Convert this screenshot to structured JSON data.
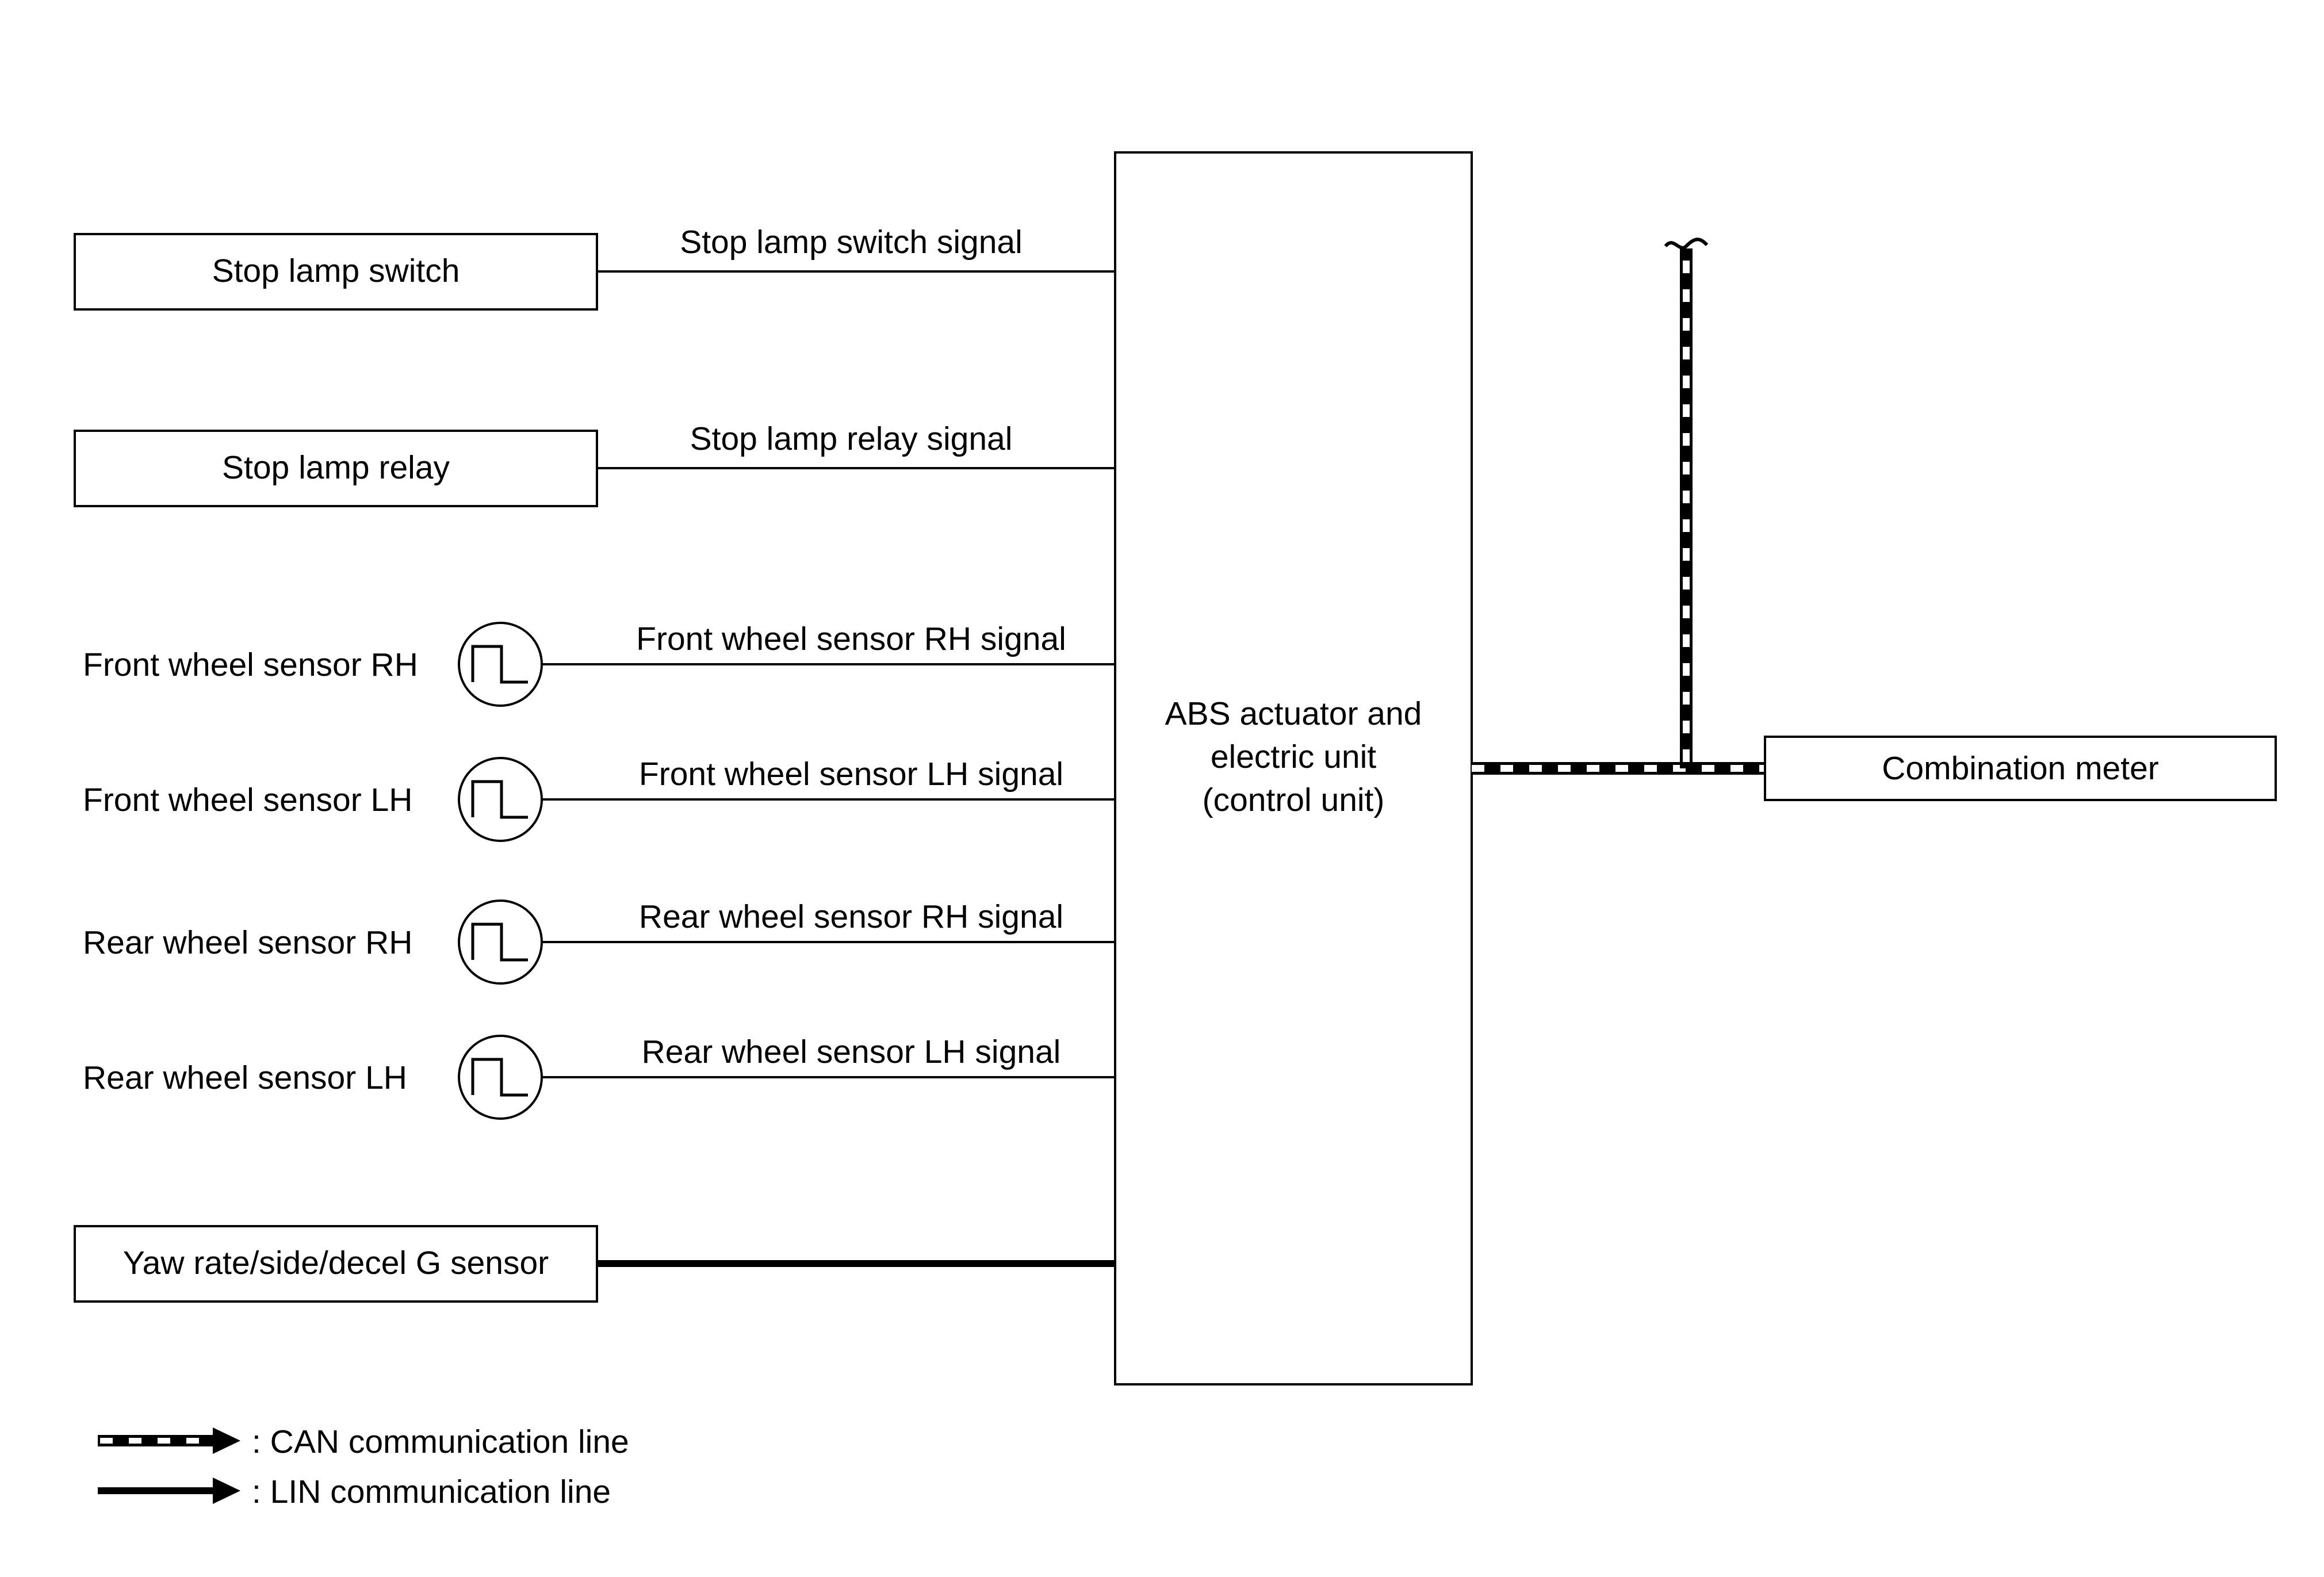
{
  "components": {
    "stop_lamp_switch": "Stop lamp switch",
    "stop_lamp_relay": "Stop lamp relay",
    "front_wheel_sensor_rh": "Front wheel sensor RH",
    "front_wheel_sensor_lh": "Front wheel sensor LH",
    "rear_wheel_sensor_rh": "Rear wheel sensor RH",
    "rear_wheel_sensor_lh": "Rear wheel sensor LH",
    "yaw_rate_sensor": "Yaw rate/side/decel G sensor",
    "abs_unit": [
      "ABS actuator and",
      "electric unit",
      "(control unit)"
    ],
    "combination_meter": "Combination meter"
  },
  "signals": {
    "stop_lamp_switch_signal": "Stop lamp switch signal",
    "stop_lamp_relay_signal": "Stop lamp relay signal",
    "front_wheel_sensor_rh_signal": "Front wheel sensor RH signal",
    "front_wheel_sensor_lh_signal": "Front wheel sensor LH signal",
    "rear_wheel_sensor_rh_signal": "Rear wheel sensor RH signal",
    "rear_wheel_sensor_lh_signal": "Rear wheel sensor LH signal"
  },
  "legend": {
    "can": ": CAN communication line",
    "lin": ": LIN communication line"
  },
  "colors": {
    "line": "#000000",
    "background": "#ffffff"
  }
}
